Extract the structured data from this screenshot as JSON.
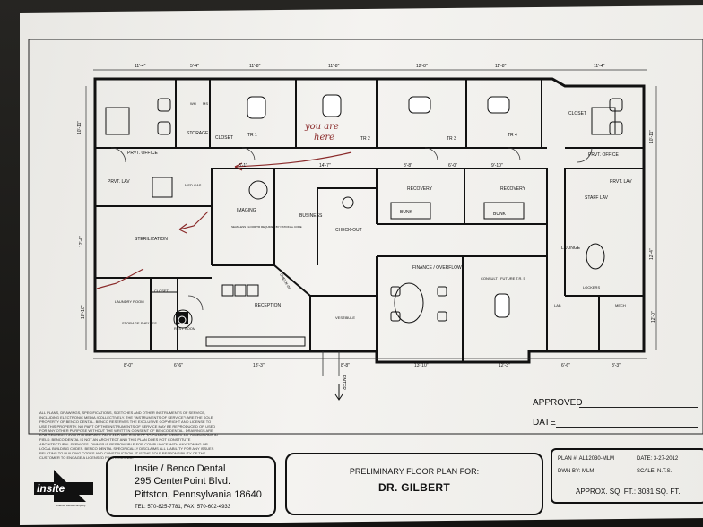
{
  "plan": {
    "dims_top": [
      "11'-4\"",
      "5'-4\"",
      "11'-8\"",
      "11'-8\"",
      "12'-8\"",
      "11'-8\"",
      "11'-4\""
    ],
    "dims_mid": [
      "8'-1\"",
      "14'-7\"",
      "8'-8\"",
      "6'-0\"",
      "9'-10\""
    ],
    "dims_bottom": [
      "8'-0\"",
      "6'-6\"",
      "18'-3\"",
      "8'-8\"",
      "13'-10\"",
      "12'-3\"",
      "6'-6\"",
      "8'-3\""
    ],
    "dims_left": [
      "10'-11\"",
      "12'-4\"",
      "18'-10\""
    ],
    "dims_right": [
      "10'-11\"",
      "12'-4\"",
      "12'-0\""
    ],
    "rooms": {
      "prvt_office_left": "PRVT. OFFICE",
      "storage": "STORAGE",
      "closet_a": "CLOSET",
      "tr1": "TR 1",
      "tr2": "TR 2",
      "tr3": "TR 3",
      "tr4": "TR 4",
      "closet_b": "CLOSET",
      "prvt_office_right": "PRVT. OFFICE",
      "prvt_lav_left": "PRVT. LAV",
      "med_gas": "MED GAS",
      "imaging": "IMAGING",
      "business": "BUSINESS",
      "check_out": "CHECK-OUT",
      "recovery_1": "RECOVERY",
      "bunk_1": "BUNK",
      "recovery_2": "RECOVERY",
      "bunk_2": "BUNK",
      "staff_lav": "STAFF LAV",
      "prvt_lav_right": "PRVT. LAV",
      "sterilization": "STERILIZATION",
      "laundry": "LAUNDRY ROOM",
      "closet_c": "CLOSET",
      "storage_shelves": "STORAGE SHELVES",
      "rest_room": "REST ROOM",
      "reception": "RECEPTION",
      "check_in": "CHECK-IN",
      "vestibule": "VESTIBULE",
      "finance": "FINANCE / OVERFLOW",
      "consult": "CONSULT / FUTURE T.R. 5",
      "lab": "LAB",
      "lounge": "LOUNGE",
      "lockers": "LOCKERS",
      "mech": "MECH",
      "enter": "ENTER",
      "note": "SEAMLESS FLOOR/TR REQUIRED BY NATIONAL CODE"
    },
    "handwritten": [
      "you are",
      "here"
    ],
    "legend": {
      "wh": "WH",
      "ms": "MS"
    }
  },
  "approvals": {
    "approved_label": "APPROVED",
    "date_label": "DATE"
  },
  "disclaimer": "All plans, drawings, specifications, sketches and other instruments of service, including electronic media (collectively, the \"instruments of service\") are the sole property of Benco Dental. Benco reserves the exclusive copyright and license to use this property. No part of the instruments of service may be reproduced or used for any other purpose without the written consent of Benco Dental. Drawings are for general layout purposes only and are subject to change. Verify all dimensions in field. Benco Dental is not an architect and this plan does not constitute architectural services. Owner is responsible for compliance with any zoning or local building codes. Benco Dental specifically disclaims all liability for any issues relating to building codes and construction. It is the sole responsibility of the customer to engage a licensed professional.",
  "logo": {
    "text": "insite",
    "subtext": "a Benco Dental company"
  },
  "company": {
    "name": "Insite / Benco Dental",
    "address": "295 CenterPoint Blvd.",
    "city": "Pittston, Pennsylvania 18640",
    "phone": "TEL: 570-825-7781, FAX: 570-602-4933"
  },
  "title_block": {
    "heading": "PRELIMINARY FLOOR PLAN FOR:",
    "client": "DR. GILBERT"
  },
  "plan_info": {
    "plan": "PLAN #: AL12030-MLM",
    "date": "DATE: 3-27-2012",
    "drawn_by": "DWN BY: MLM",
    "scale": "SCALE: N.T.S.",
    "area": "APPROX. SQ. FT.: 3031 SQ. FT."
  }
}
